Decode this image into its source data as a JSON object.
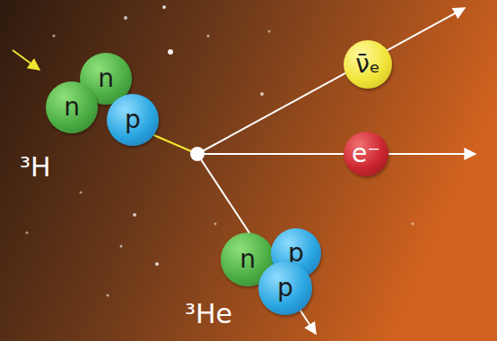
{
  "diagram": {
    "nodes": [
      {
        "text": [
          "n"
        ]
      },
      {
        "text": [
          "n"
        ]
      },
      {
        "text": [
          "p"
        ]
      },
      {
        "text": [
          "ν̄ₑ"
        ]
      },
      {
        "text": [
          "e⁻"
        ]
      },
      {
        "text": [
          "n"
        ]
      },
      {
        "text": [
          "p"
        ]
      },
      {
        "text": [
          "p"
        ]
      }
    ],
    "labels": [
      "³H",
      "³He"
    ]
  }
}
